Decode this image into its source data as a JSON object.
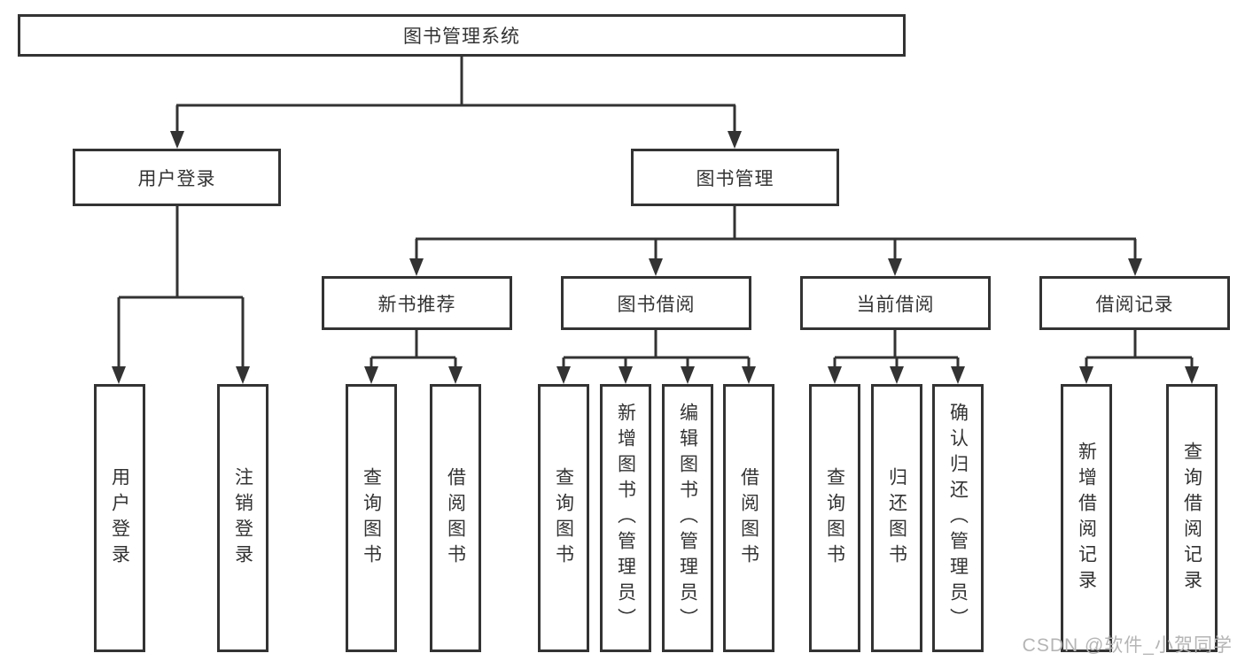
{
  "diagram": {
    "type": "hierarchy-diagram",
    "root": "图书管理系统",
    "level2": [
      "用户登录",
      "图书管理"
    ],
    "level3": [
      "新书推荐",
      "图书借阅",
      "当前借阅",
      "借阅记录"
    ],
    "leaves": [
      [
        "用户登录",
        "注销登录"
      ],
      [
        "查询图书",
        "借阅图书"
      ],
      [
        "查询图书",
        "新增图书（管理员）",
        "编辑图书（管理员）",
        "借阅图书"
      ],
      [
        "查询图书",
        "归还图书",
        "确认归还（管理员）"
      ],
      [
        "新增借阅记录",
        "查询借阅记录"
      ]
    ]
  },
  "watermark": "CSDN @软件_小贺同学",
  "colors": {
    "line": "#333333",
    "box_border": "#333333",
    "text": "#333333",
    "watermark": "#b5b5b5",
    "background": "#ffffff"
  }
}
